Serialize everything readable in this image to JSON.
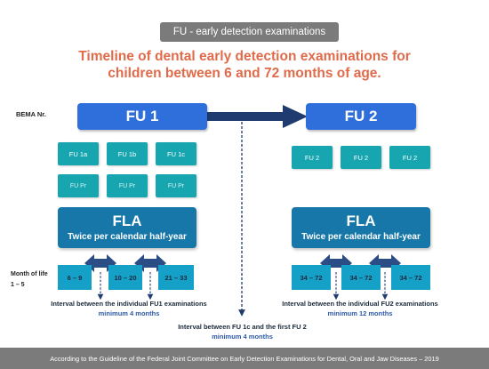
{
  "title_pill": "FU - early detection examinations",
  "headline_line1": "Timeline of dental early detection examinations for",
  "headline_line2": "children between 6 and 72 months of age.",
  "bema_label": "BEMA Nr.",
  "fu1": {
    "label": "FU 1",
    "subs": [
      "FU 1a",
      "FU 1b",
      "FU 1c"
    ],
    "prs": [
      "FU Pr",
      "FU Pr",
      "FU Pr"
    ],
    "fla_title": "FLA",
    "fla_subtitle": "Twice per calendar half-year",
    "ranges": [
      "6 – 9",
      "10 – 20",
      "21 – 33"
    ],
    "interval_text": "Interval between the individual FU1 examinations",
    "interval_min": "minimum 4 months"
  },
  "fu2": {
    "label": "FU 2",
    "subs": [
      "FU 2",
      "FU 2",
      "FU 2"
    ],
    "fla_title": "FLA",
    "fla_subtitle": "Twice per calendar half-year",
    "ranges": [
      "34 – 72",
      "34 – 72",
      "34 – 72"
    ],
    "interval_text": "Interval between the individual FU2 examinations",
    "interval_min": "minimum 12 months"
  },
  "month_label_line1": "Month of life",
  "month_label_line2": "1 – 5",
  "center_interval_text": "Interval between FU 1c and the first FU 2",
  "center_interval_min": "minimum 4 months",
  "footer": "According to the Guideline of the Federal Joint Committee on Early Detection Examinations for Dental, Oral and Jaw Diseases – 2019",
  "colors": {
    "headline": "#e06b4a",
    "fu_main": "#2f6fdc",
    "sub_box": "#17a6b0",
    "fla": "#1677a8",
    "range": "#15a0c8",
    "arrow": "#1f3b70",
    "gray_bar": "#7b7b7b"
  }
}
